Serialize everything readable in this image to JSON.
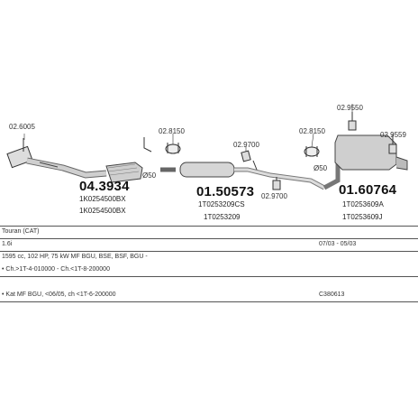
{
  "parts": {
    "downpipe_ref": "02.6005",
    "downpipe_num": "04.3934",
    "downpipe_oem1": "1K0254500BX",
    "downpipe_oem2": "1K0254500BX",
    "dia_50": "Ø50",
    "clamp1_ref": "02.8150",
    "middle_num": "01.50573",
    "middle_oem1": "1T0253209CS",
    "middle_oem2": "1T0253209",
    "mount_ref": "02.9700",
    "mount_ref2": "02.9700",
    "rear_top_ref": "02.9550",
    "clamp2_ref": "02.8150",
    "rear_right_ref": "02.9559",
    "dia_50b": "Ø50",
    "rear_num": "01.60764",
    "rear_oem1": "1T0253609A",
    "rear_oem2": "1T0253609J"
  },
  "table": {
    "row1": "Touran (CAT)",
    "row2_left": "1.6i",
    "row2_right": "07/03 - 05/03",
    "row3": "1595 cc, 102 HP, 75 kW MF BGU, BSE, BSF, BGU -",
    "row4": "• Ch.>1T-4-010000 - Ch.<1T-8-200000",
    "row6_left": "• Kat MF BGU, <06/05, ch <1T-6-200000",
    "row6_right": "C380613"
  }
}
